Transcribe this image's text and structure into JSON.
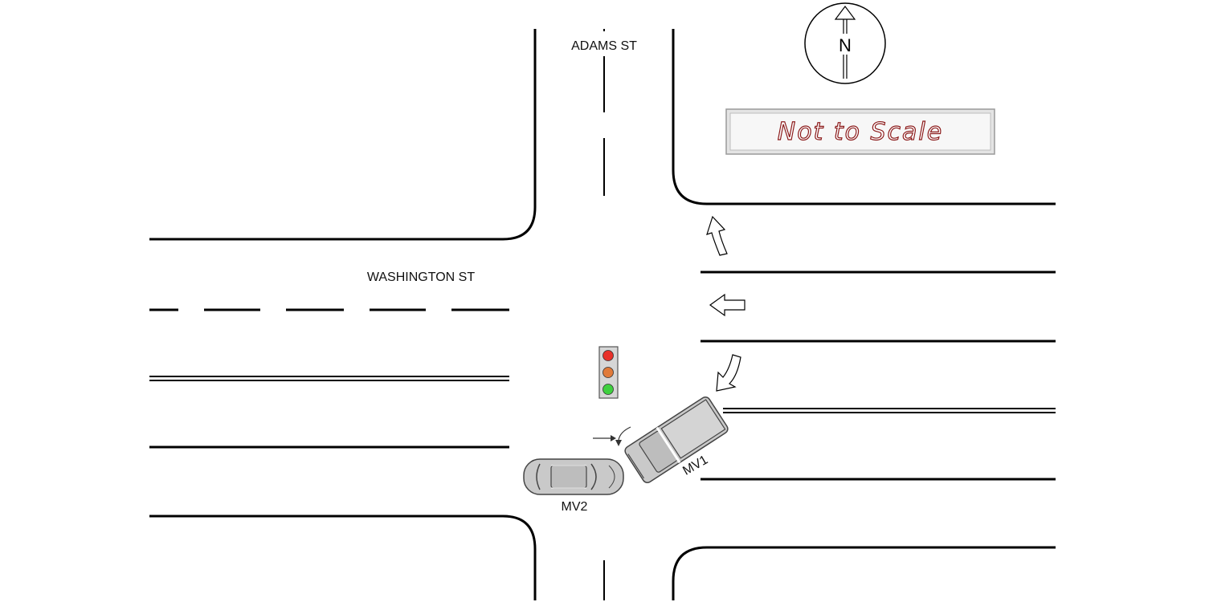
{
  "streets": {
    "north_south": "ADAMS ST",
    "east_west": "WASHINGTON ST"
  },
  "compass": {
    "letter": "N"
  },
  "scale_note": "Not to Scale",
  "vehicles": [
    {
      "id": "MV1",
      "type": "pickup-truck"
    },
    {
      "id": "MV2",
      "type": "sedan"
    }
  ],
  "traffic_signal": {
    "lights": [
      "#e8312a",
      "#e07a3a",
      "#3fd03f"
    ]
  },
  "lane_arrows": [
    "u-turn-arrow",
    "straight-west-arrow",
    "left-turn-arrow"
  ],
  "colors": {
    "road_lines": "#000000",
    "vehicle_fill": "#c9c9c9",
    "scale_text": "#8b1a1a"
  }
}
